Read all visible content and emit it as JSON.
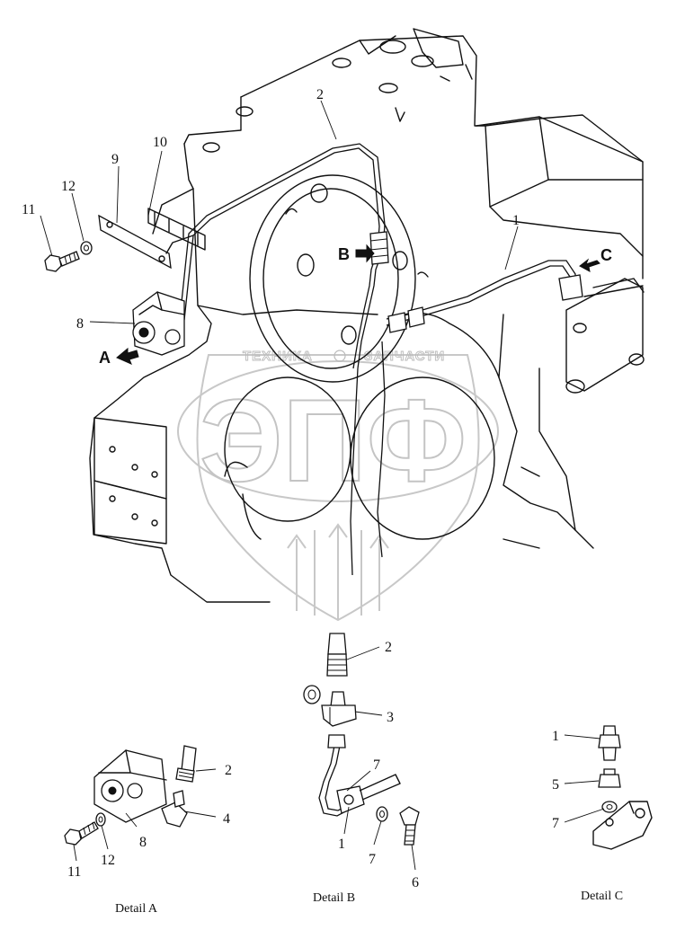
{
  "watermark": {
    "line1_left": "ТЕХНИКА",
    "line1_right": "ЗАПЧАСТИ",
    "big": "ЭПФ"
  },
  "main_view": {
    "callouts": [
      "1",
      "2",
      "8",
      "9",
      "10",
      "11",
      "12"
    ],
    "view_markers": [
      "A",
      "B",
      "C"
    ]
  },
  "detail_a": {
    "caption": "Detail A",
    "callouts": [
      "2",
      "4",
      "8",
      "11",
      "12"
    ]
  },
  "detail_b": {
    "caption": "Detail B",
    "callouts": [
      "2",
      "3",
      "7",
      "1",
      "7",
      "6"
    ]
  },
  "detail_c": {
    "caption": "Detail C",
    "callouts": [
      "1",
      "5",
      "7"
    ]
  }
}
